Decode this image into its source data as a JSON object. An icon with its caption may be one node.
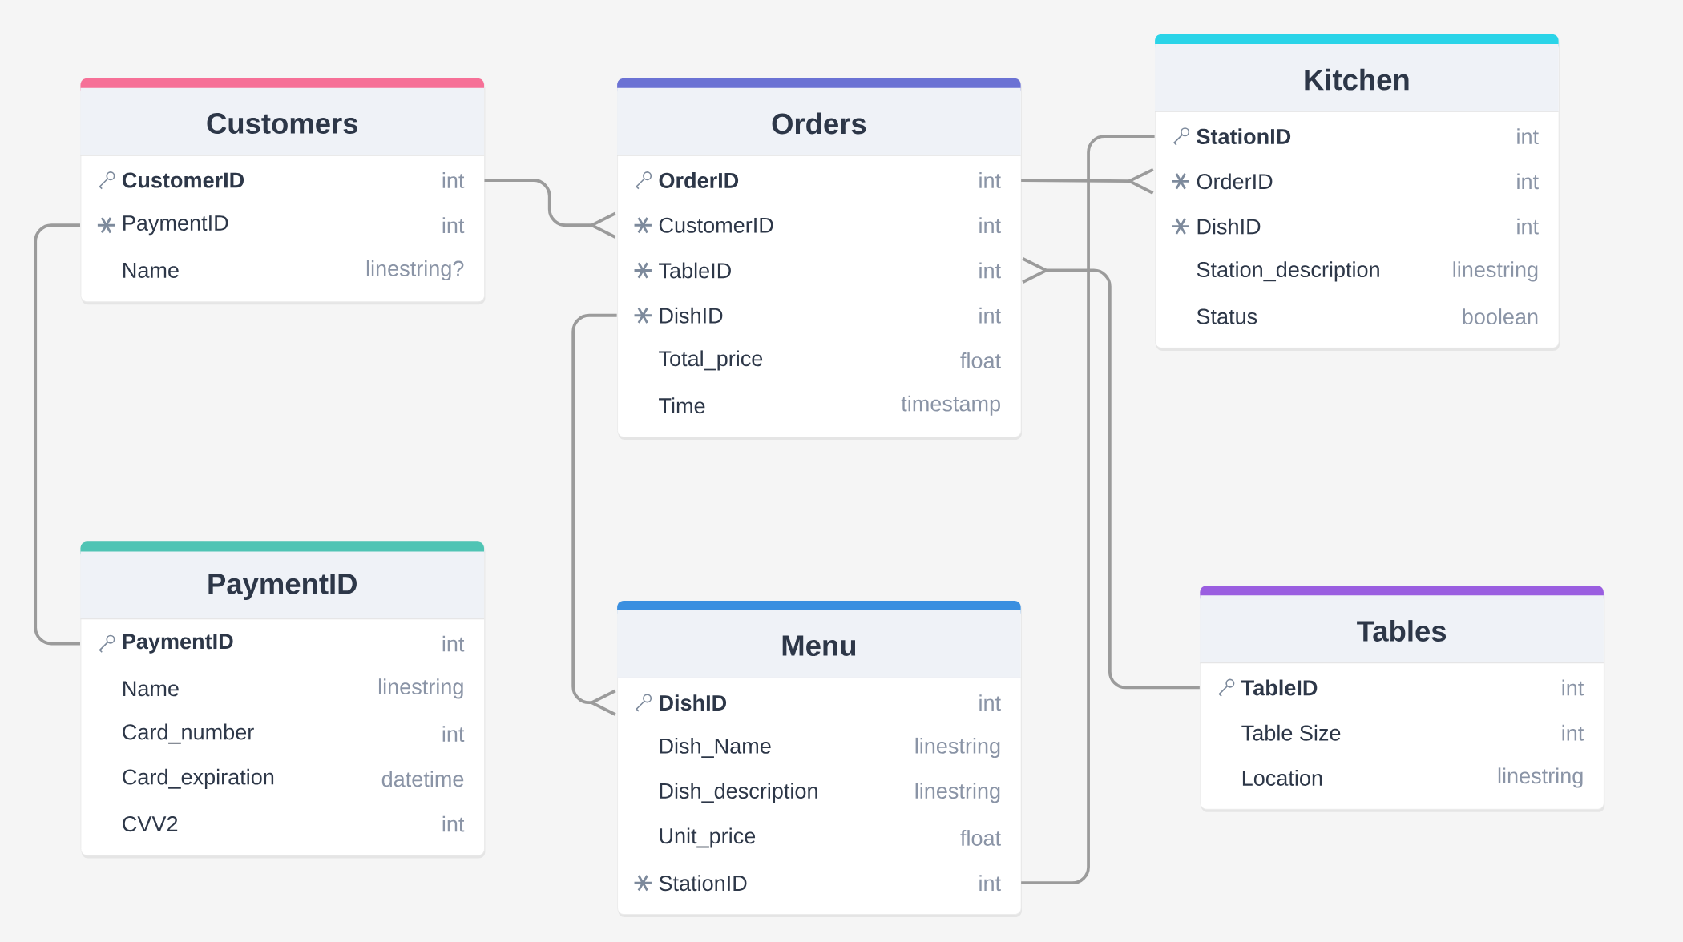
{
  "diagram": {
    "nodes": [
      {
        "text": [
          "Customers"
        ]
      },
      {
        "text": [
          "CustomerID",
          "int"
        ],
        "in": 0
      },
      {
        "text": [
          "PaymentID",
          "int"
        ],
        "in": 0
      },
      {
        "text": [
          "Name",
          "linestring?"
        ],
        "in": 0
      },
      {
        "text": [
          "Orders"
        ]
      },
      {
        "text": [
          "OrderID",
          "int"
        ],
        "in": 4
      },
      {
        "text": [
          "CustomerID",
          "int"
        ],
        "in": 4
      },
      {
        "text": [
          "TableID",
          "int"
        ],
        "in": 4
      },
      {
        "text": [
          "DishID",
          "int"
        ],
        "in": 4
      },
      {
        "text": [
          "Total_price",
          "float"
        ],
        "in": 4
      },
      {
        "text": [
          "Time",
          "timestamp"
        ],
        "in": 4
      },
      {
        "text": [
          "Kitchen"
        ]
      },
      {
        "text": [
          "StationID",
          "int"
        ],
        "in": 11
      },
      {
        "text": [
          "OrderID",
          "int"
        ],
        "in": 11
      },
      {
        "text": [
          "DishID",
          "int"
        ],
        "in": 11
      },
      {
        "text": [
          "Station_description",
          "linestring"
        ],
        "in": 11
      },
      {
        "text": [
          "Status",
          "boolean"
        ],
        "in": 11
      },
      {
        "text": [
          "PaymentID"
        ]
      },
      {
        "text": [
          "PaymentID",
          "int"
        ],
        "in": 17
      },
      {
        "text": [
          "Name",
          "linestring"
        ],
        "in": 17
      },
      {
        "text": [
          "Card_number",
          "int"
        ],
        "in": 17
      },
      {
        "text": [
          "Card_expiration",
          "datetime"
        ],
        "in": 17
      },
      {
        "text": [
          "CVV2",
          "int"
        ],
        "in": 17
      },
      {
        "text": [
          "Menu"
        ]
      },
      {
        "text": [
          "DishID",
          "int"
        ],
        "in": 23
      },
      {
        "text": [
          "Dish_Name",
          "linestring"
        ],
        "in": 23
      },
      {
        "text": [
          "Dish_description",
          "linestring"
        ],
        "in": 23
      },
      {
        "text": [
          "Unit_price",
          "float"
        ],
        "in": 23
      },
      {
        "text": [
          "StationID",
          "int"
        ],
        "in": 23
      },
      {
        "text": [
          "Tables"
        ]
      },
      {
        "text": [
          "TableID",
          "int"
        ],
        "in": 29
      },
      {
        "text": [
          "Table Size",
          "int"
        ],
        "in": 29
      },
      {
        "text": [
          "Location",
          "linestring"
        ],
        "in": 29
      }
    ],
    "edges": [
      {
        "from": 1,
        "to": 6,
        "arrow": "other"
      },
      {
        "from": 2,
        "to": 18,
        "arrow": "none"
      },
      {
        "from": 5,
        "to": 13,
        "arrow": "other"
      },
      {
        "from": 30,
        "to": 7,
        "arrow": "other"
      },
      {
        "from": 8,
        "to": 24,
        "arrow": "other"
      },
      {
        "from": 12,
        "to": 28,
        "arrow": "none"
      }
    ]
  }
}
